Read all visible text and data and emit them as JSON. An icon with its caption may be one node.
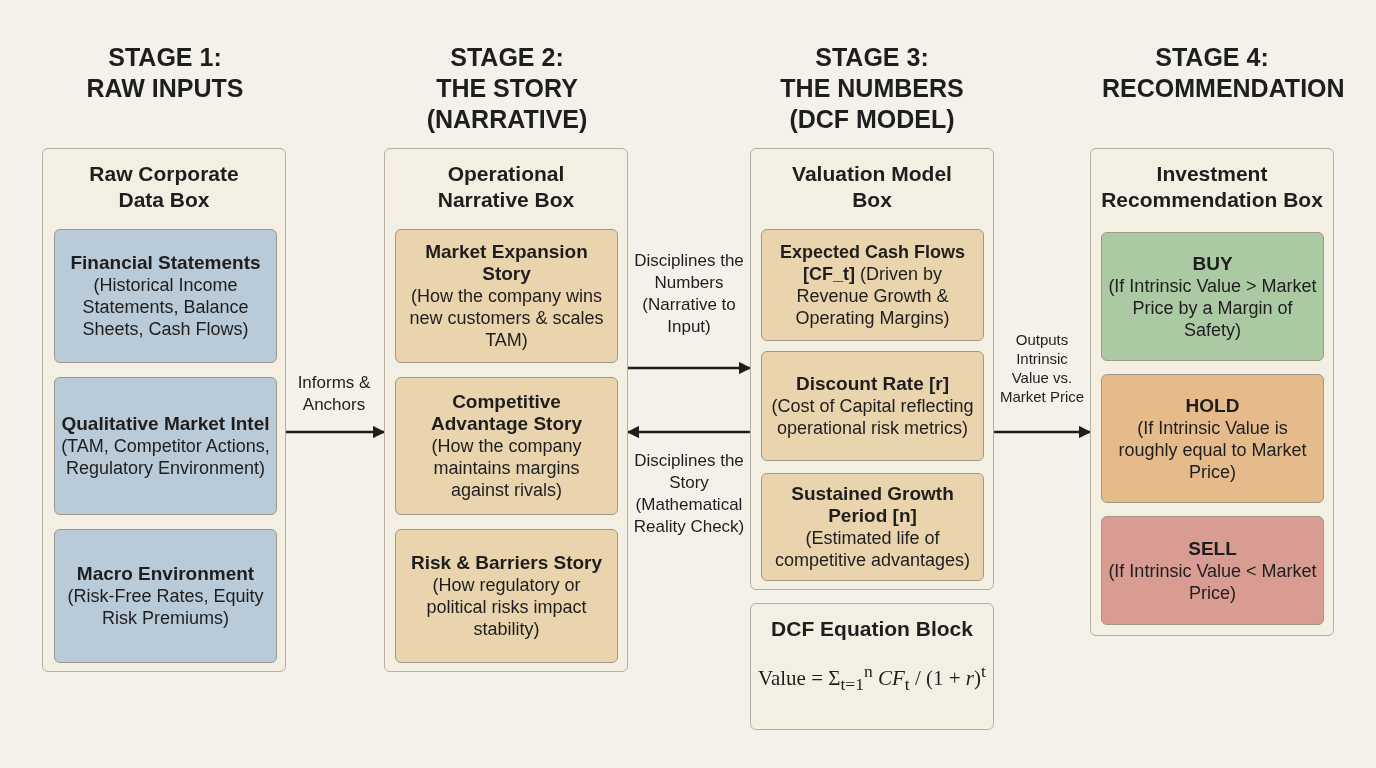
{
  "diagram": {
    "nodes": [
      {
        "text": [
          "Raw Corporate Data Box"
        ]
      },
      {
        "text": [
          "Financial Statements",
          "(Historical Income Statements, Balance Sheets, Cash Flows)"
        ],
        "in": 0
      },
      {
        "text": [
          "Qualitative Market Intel",
          "(TAM, Competitor Actions, Regulatory Environment)"
        ],
        "in": 0
      },
      {
        "text": [
          "Macro Environment",
          "(Risk-Free Rates, Equity Risk Premiums)"
        ],
        "in": 0
      },
      {
        "text": [
          "Operational Narrative Box"
        ]
      },
      {
        "text": [
          "Market Expansion Story",
          "(How the company wins new customers & scales TAM)"
        ],
        "in": 4
      },
      {
        "text": [
          "Competitive Advantage Story",
          "(How the company maintains margins against rivals)"
        ],
        "in": 4
      },
      {
        "text": [
          "Risk & Barriers Story",
          "(How regulatory or political risks impact stability)"
        ],
        "in": 4
      },
      {
        "text": [
          "Valuation Model Box"
        ]
      },
      {
        "text": [
          "**Expected Cash Flows [CF_t]** (Driven by Revenue Growth & Operating Margins)"
        ],
        "in": 8
      },
      {
        "text": [
          "Discount Rate [r]",
          "(Cost of Capital reflecting operational risk metrics)"
        ],
        "in": 8
      },
      {
        "text": [
          "Sustained Growth Period [n]",
          "(Estimated life of competitive advantages)"
        ],
        "in": 8
      },
      {
        "text": [
          "DCF Equation Block",
          "Value = Σ$_{t=1}$$^{n}$ *CF*$_{t}$ / (1 + *r*)$^{t}$"
        ]
      },
      {
        "text": [
          "Investment Recommendation Box"
        ]
      },
      {
        "text": [
          "BUY",
          "(If Intrinsic Value > Market Price by a Margin of Safety)"
        ],
        "in": 13
      },
      {
        "text": [
          "HOLD",
          "(If Intrinsic Value is roughly equal to Market Price)"
        ],
        "in": 13
      },
      {
        "text": [
          "SELL",
          "(If Intrinsic Value < Market Price)"
        ],
        "in": 13
      }
    ],
    "edges": [
      {
        "from": 0,
        "to": 4,
        "arrow": "to",
        "label": "Informs & Anchors"
      },
      {
        "from": 4,
        "to": 8,
        "arrow": "to",
        "label": "Disciplines the Numbers (Narrative to Input)"
      },
      {
        "from": 8,
        "to": 4,
        "arrow": "to",
        "label": "Disciplines the Story (Mathematical Reality Check)"
      },
      {
        "from": 8,
        "to": 13,
        "arrow": "to",
        "label": "Outputs Intrinsic Value vs. Market Price"
      }
    ],
    "labels": [
      "STAGE 1:",
      "RAW INPUTS",
      "STAGE 2:",
      "THE STORY (NARRATIVE)",
      "STAGE 3:",
      "THE NUMBERS (DCF MODEL)",
      "STAGE 4:",
      "RECOMMENDATION"
    ]
  }
}
